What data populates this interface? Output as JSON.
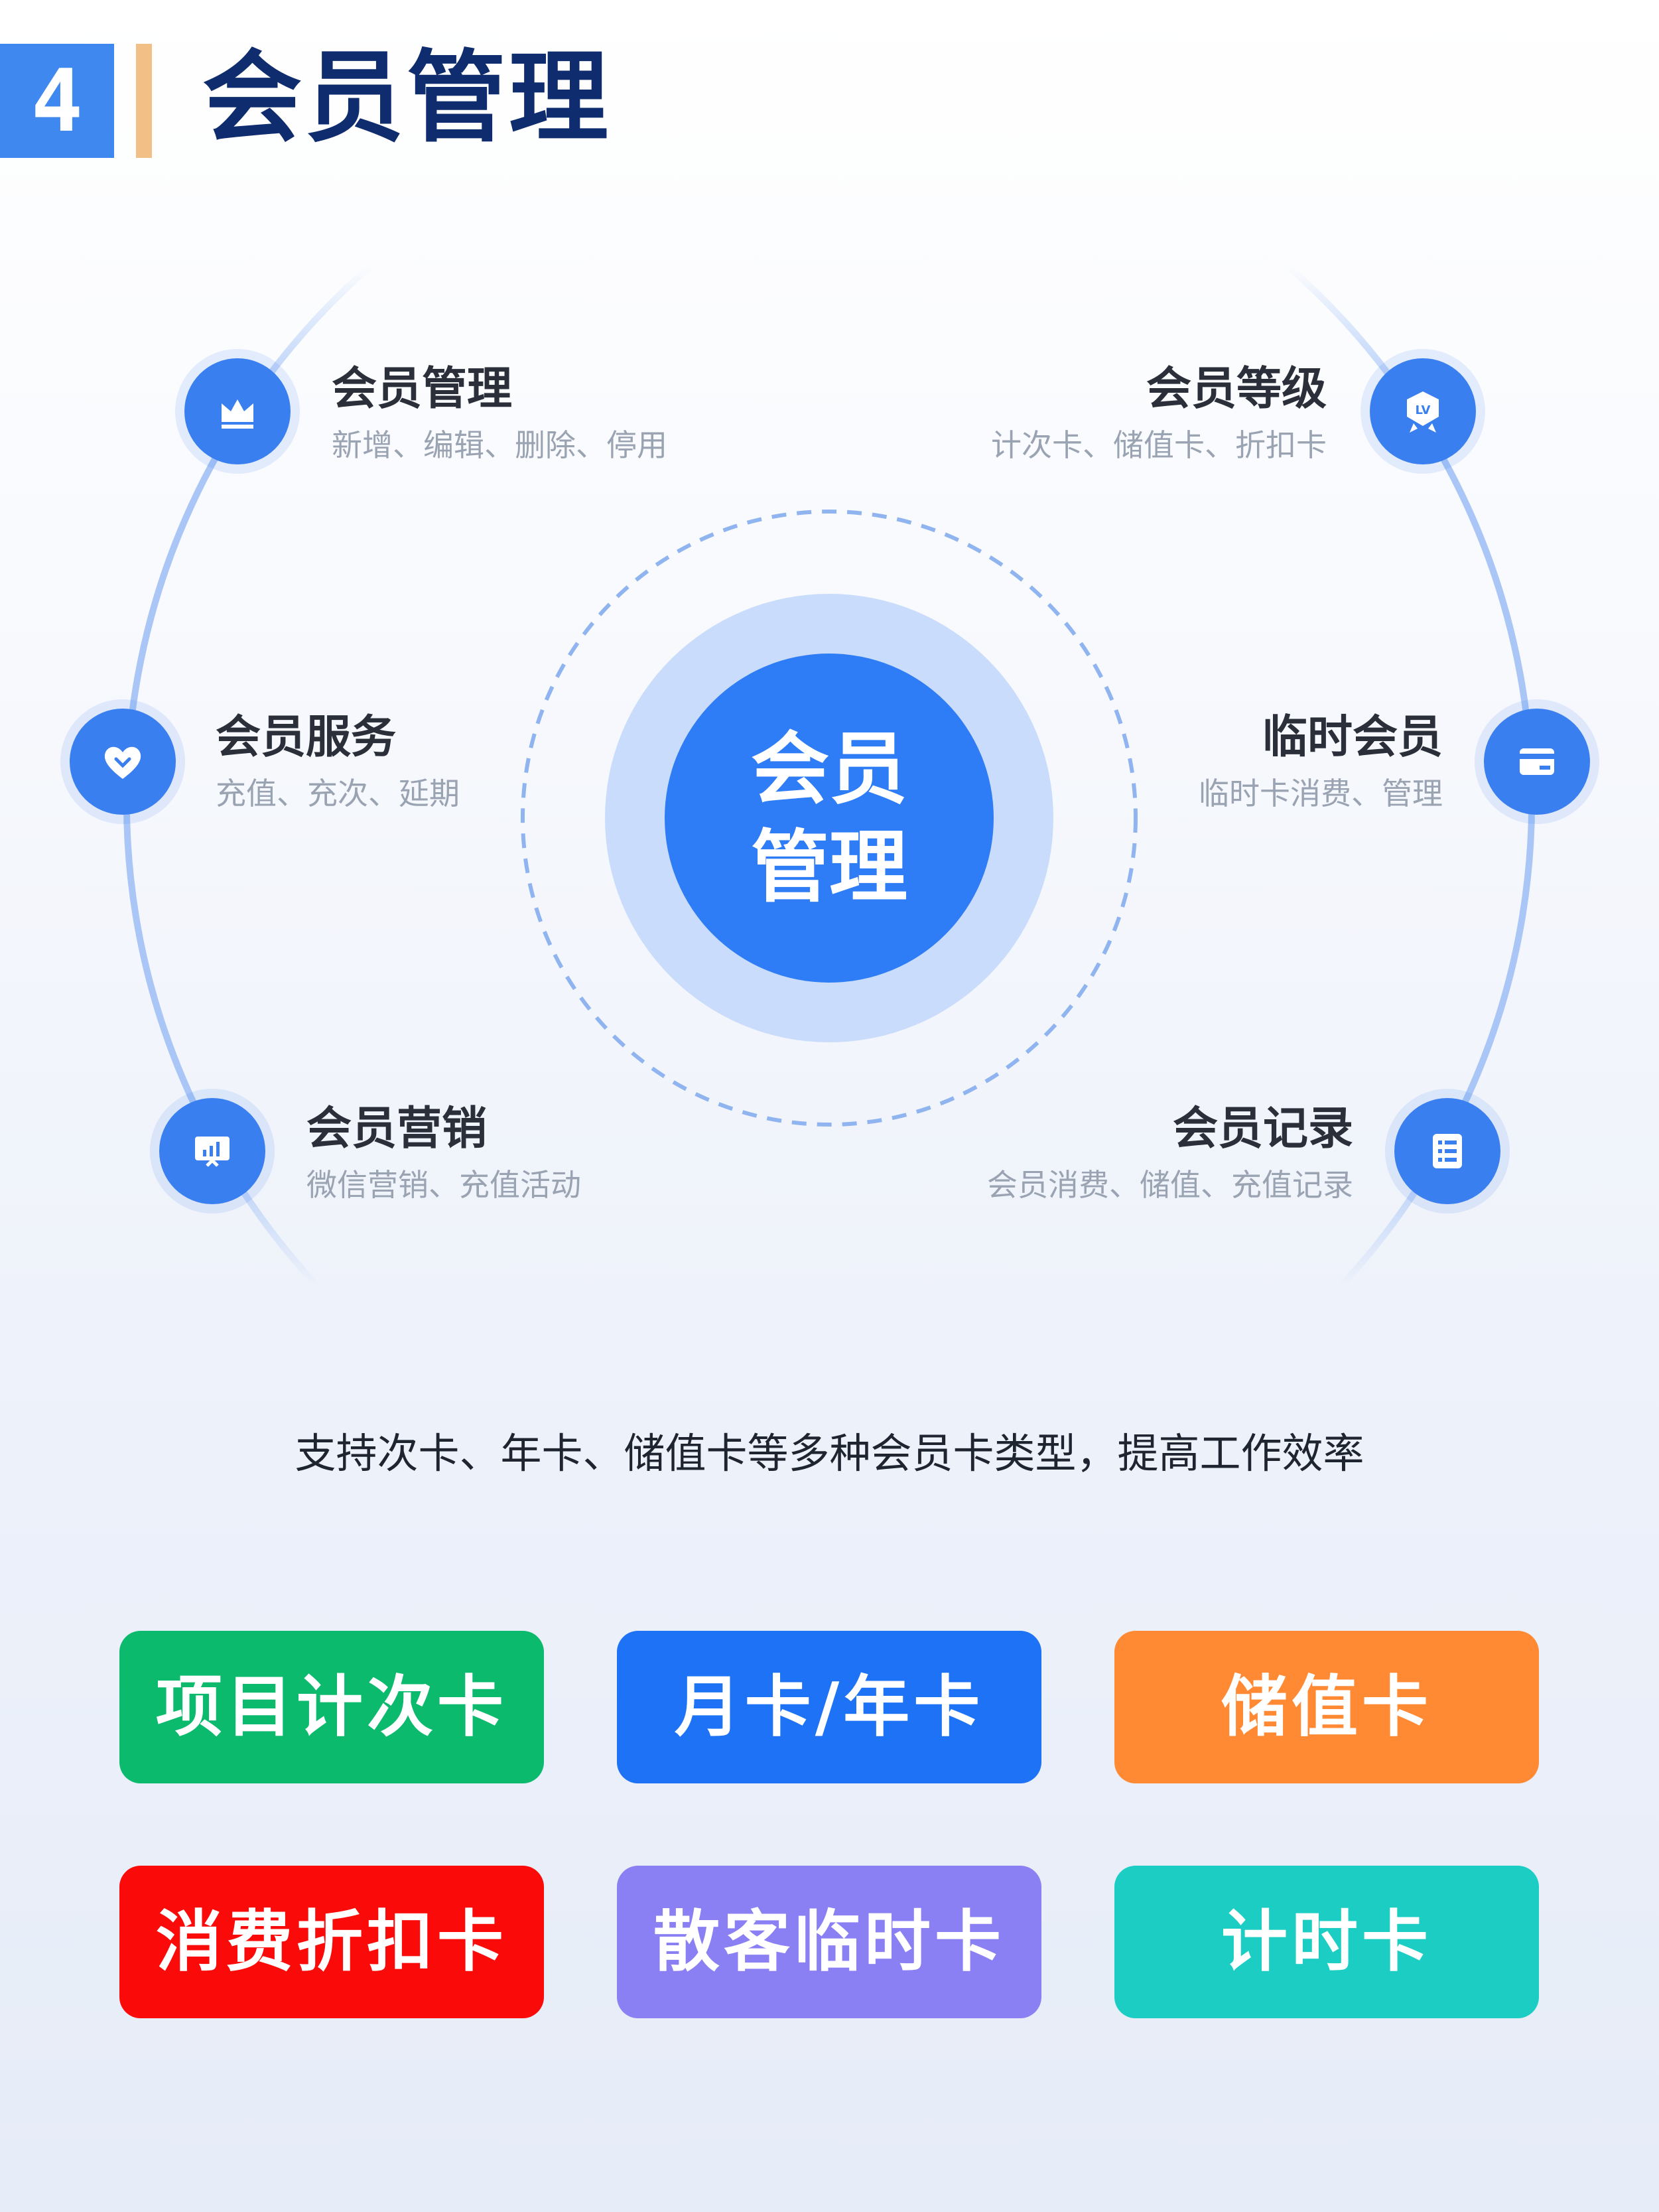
{
  "header": {
    "number": "4",
    "title": "会员管理"
  },
  "center": {
    "line1": "会员",
    "line2": "管理"
  },
  "features": [
    {
      "title": "会员管理",
      "desc": "新增、编辑、删除、停用",
      "icon": "crown-icon"
    },
    {
      "title": "会员等级",
      "desc": "计次卡、储值卡、折扣卡",
      "icon": "level-badge-icon",
      "icon_text": "LV"
    },
    {
      "title": "会员服务",
      "desc": "充值、充次、延期",
      "icon": "heart-icon"
    },
    {
      "title": "临时会员",
      "desc": "临时卡消费、管理",
      "icon": "card-icon"
    },
    {
      "title": "会员营销",
      "desc": "微信营销、充值活动",
      "icon": "presentation-icon"
    },
    {
      "title": "会员记录",
      "desc": "会员消费、储值、充值记录",
      "icon": "list-icon"
    }
  ],
  "tagline": "支持次卡、年卡、储值卡等多种会员卡类型，提高工作效率",
  "card_types": [
    {
      "label": "项目计次卡",
      "color": "#0cba6e"
    },
    {
      "label": "月卡/年卡",
      "color": "#1d72f5"
    },
    {
      "label": "储值卡",
      "color": "#ff8a33"
    },
    {
      "label": "消费折扣卡",
      "color": "#fb0a0a"
    },
    {
      "label": "散客临时卡",
      "color": "#8a80f3"
    },
    {
      "label": "计时卡",
      "color": "#1bcdc3"
    }
  ],
  "colors": {
    "accent_blue": "#3a7ff0",
    "title_navy": "#0f2d6e",
    "accent_orange": "#f2c087"
  }
}
